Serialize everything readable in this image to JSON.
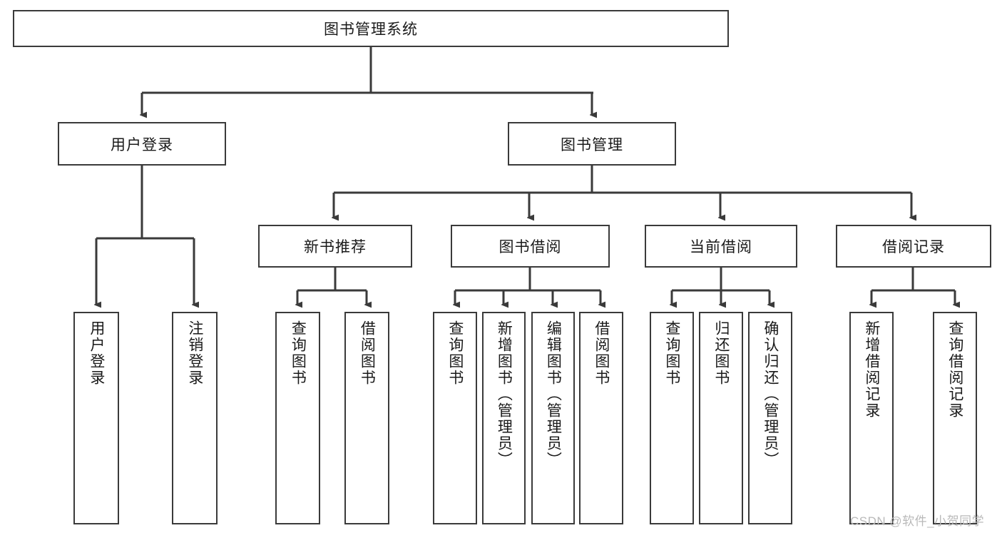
{
  "diagram": {
    "title": "图书管理系统",
    "type": "hierarchy-tree",
    "root": {
      "id": "root",
      "label": "图书管理系统"
    },
    "level2": [
      {
        "id": "user-login",
        "label": "用户登录"
      },
      {
        "id": "book-manage",
        "label": "图书管理"
      }
    ],
    "level3": [
      {
        "id": "new-book-recommend",
        "label": "新书推荐"
      },
      {
        "id": "book-borrow",
        "label": "图书借阅"
      },
      {
        "id": "current-borrow",
        "label": "当前借阅"
      },
      {
        "id": "borrow-record",
        "label": "借阅记录"
      }
    ],
    "leaves": {
      "user_login": [
        {
          "id": "leaf-user-login",
          "label": "用户登录"
        },
        {
          "id": "leaf-logout-login",
          "label": "注销登录"
        }
      ],
      "new_book_recommend": [
        {
          "id": "leaf-query-book-1",
          "label": "查询图书"
        },
        {
          "id": "leaf-borrow-book-1",
          "label": "借阅图书"
        }
      ],
      "book_borrow": [
        {
          "id": "leaf-query-book-2",
          "label": "查询图书"
        },
        {
          "id": "leaf-add-book",
          "label": "新增图书（管理员）"
        },
        {
          "id": "leaf-edit-book",
          "label": "编辑图书（管理员）"
        },
        {
          "id": "leaf-borrow-book-2",
          "label": "借阅图书"
        }
      ],
      "current_borrow": [
        {
          "id": "leaf-query-book-3",
          "label": "查询图书"
        },
        {
          "id": "leaf-return-book",
          "label": "归还图书"
        },
        {
          "id": "leaf-confirm-return",
          "label": "确认归还（管理员）"
        }
      ],
      "borrow_record": [
        {
          "id": "leaf-add-record",
          "label": "新增借阅记录"
        },
        {
          "id": "leaf-query-record",
          "label": "查询借阅记录"
        }
      ]
    }
  },
  "watermark": {
    "text": "CSDN @软件_小贺同学"
  },
  "colors": {
    "stroke": "#3a3a3a",
    "box_fill": "#ffffff",
    "text": "#1a1a1a",
    "watermark": "#b9b9b9",
    "background": "#ffffff"
  }
}
